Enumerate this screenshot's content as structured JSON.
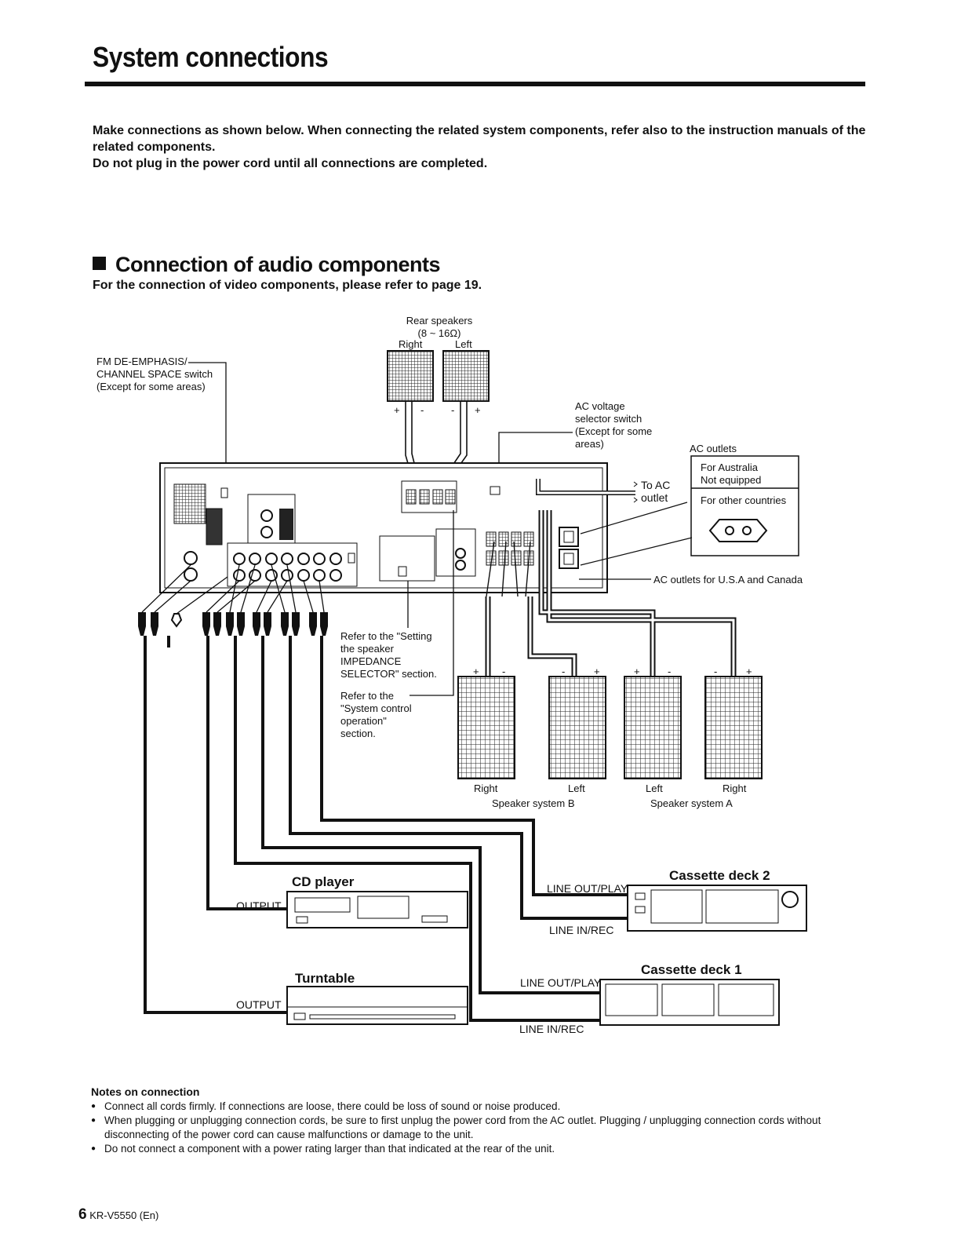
{
  "page": {
    "title": "System connections",
    "intro": [
      "Make connections as shown below. When connecting the related system components, refer also to the instruction manuals of the related components.",
      "Do not plug in the power cord until all connections are completed."
    ],
    "section_heading": "Connection of audio components",
    "section_sub": "For the connection of video components, please refer to page 19."
  },
  "diagram": {
    "rear_speakers": {
      "line1": "Rear speakers",
      "line2": "(8 ~ 16Ω)",
      "right": "Right",
      "left": "Left",
      "plus": "+",
      "minus": "-"
    },
    "fm_switch": [
      "FM DE-EMPHASIS/",
      "CHANNEL SPACE switch",
      "(Except for some areas)"
    ],
    "ac_voltage": [
      "AC voltage",
      "selector switch",
      "(Except for some",
      "areas)"
    ],
    "ac_outlets": {
      "label": "AC outlets",
      "australia": "For Australia",
      "not_equipped": "Not equipped",
      "other": "For other countries",
      "usa": "AC outlets for U.S.A and Canada"
    },
    "to_ac": [
      "To AC",
      "outlet"
    ],
    "impedance_ref": [
      "Refer to the \"Setting",
      "the speaker",
      "IMPEDANCE",
      "SELECTOR\" section."
    ],
    "system_control_ref": [
      "Refer to the",
      "\"System control",
      "operation\"",
      "section."
    ],
    "speaker_b": {
      "right": "Right",
      "left": "Left",
      "name": "Speaker system B"
    },
    "speaker_a": {
      "left": "Left",
      "right": "Right",
      "name": "Speaker system A"
    },
    "cd_player": {
      "name": "CD player",
      "output": "OUTPUT"
    },
    "turntable": {
      "name": "Turntable",
      "output": "OUTPUT"
    },
    "cassette2": {
      "name": "Cassette deck 2",
      "out": "LINE OUT/PLAY",
      "in": "LINE IN/REC"
    },
    "cassette1": {
      "name": "Cassette deck 1",
      "out": "LINE OUT/PLAY",
      "in": "LINE IN/REC"
    }
  },
  "notes": {
    "heading": "Notes on connection",
    "items": [
      "Connect all cords firmly. If connections are loose, there could be loss of sound or noise produced.",
      "When plugging or unplugging connection cords, be sure to first unplug the power cord from the AC outlet. Plugging / unplugging connection cords without disconnecting of the power cord can cause malfunctions or damage to the unit.",
      "Do not connect a component with a power rating larger than that indicated at the rear of the unit."
    ]
  },
  "footer": {
    "page_number": "6",
    "model": "KR-V5550 (En)"
  }
}
